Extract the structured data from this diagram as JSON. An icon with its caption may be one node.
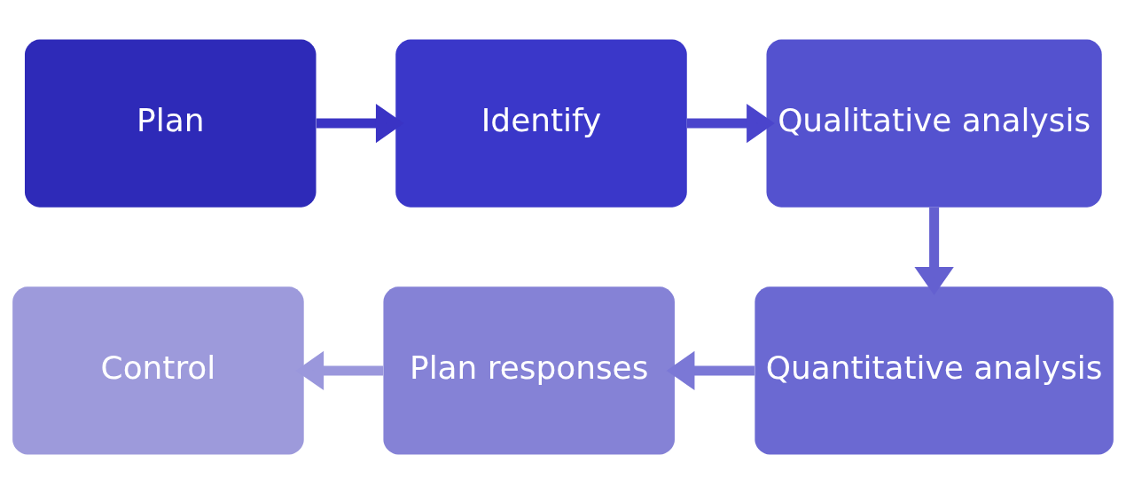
{
  "diagram": {
    "nodes": [
      {
        "text": [
          "Plan"
        ]
      },
      {
        "text": [
          "Identify"
        ]
      },
      {
        "text": [
          "Qualitative analysis"
        ]
      },
      {
        "text": [
          "Quantitative analysis"
        ]
      },
      {
        "text": [
          "Plan responses"
        ]
      },
      {
        "text": [
          "Control"
        ]
      }
    ],
    "edges": [
      {
        "from": 0,
        "to": 1,
        "arrow": "to",
        "color": "#3a33c4"
      },
      {
        "from": 1,
        "to": 2,
        "arrow": "to",
        "color": "#4a44cc"
      },
      {
        "from": 2,
        "to": 3,
        "arrow": "to",
        "color": "#6460d0"
      },
      {
        "from": 3,
        "to": 4,
        "arrow": "to",
        "color": "#7b78d6"
      },
      {
        "from": 4,
        "to": 5,
        "arrow": "to",
        "color": "#9a97dc"
      }
    ]
  }
}
